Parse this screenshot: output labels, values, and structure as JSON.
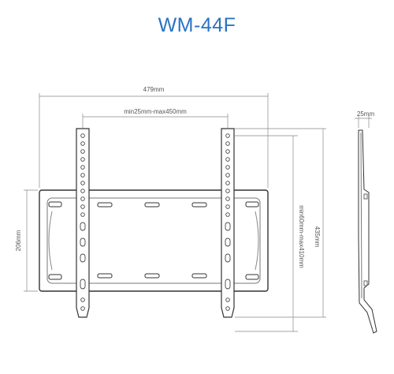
{
  "title": "WM-44F",
  "dimensions": {
    "overall_width": "479mm",
    "stud_spacing": "min25mm-max450mm",
    "depth": "25mm",
    "plate_height": "206mm",
    "overall_height": "435mm",
    "vesa_vertical": "min60mm-max410mm"
  }
}
